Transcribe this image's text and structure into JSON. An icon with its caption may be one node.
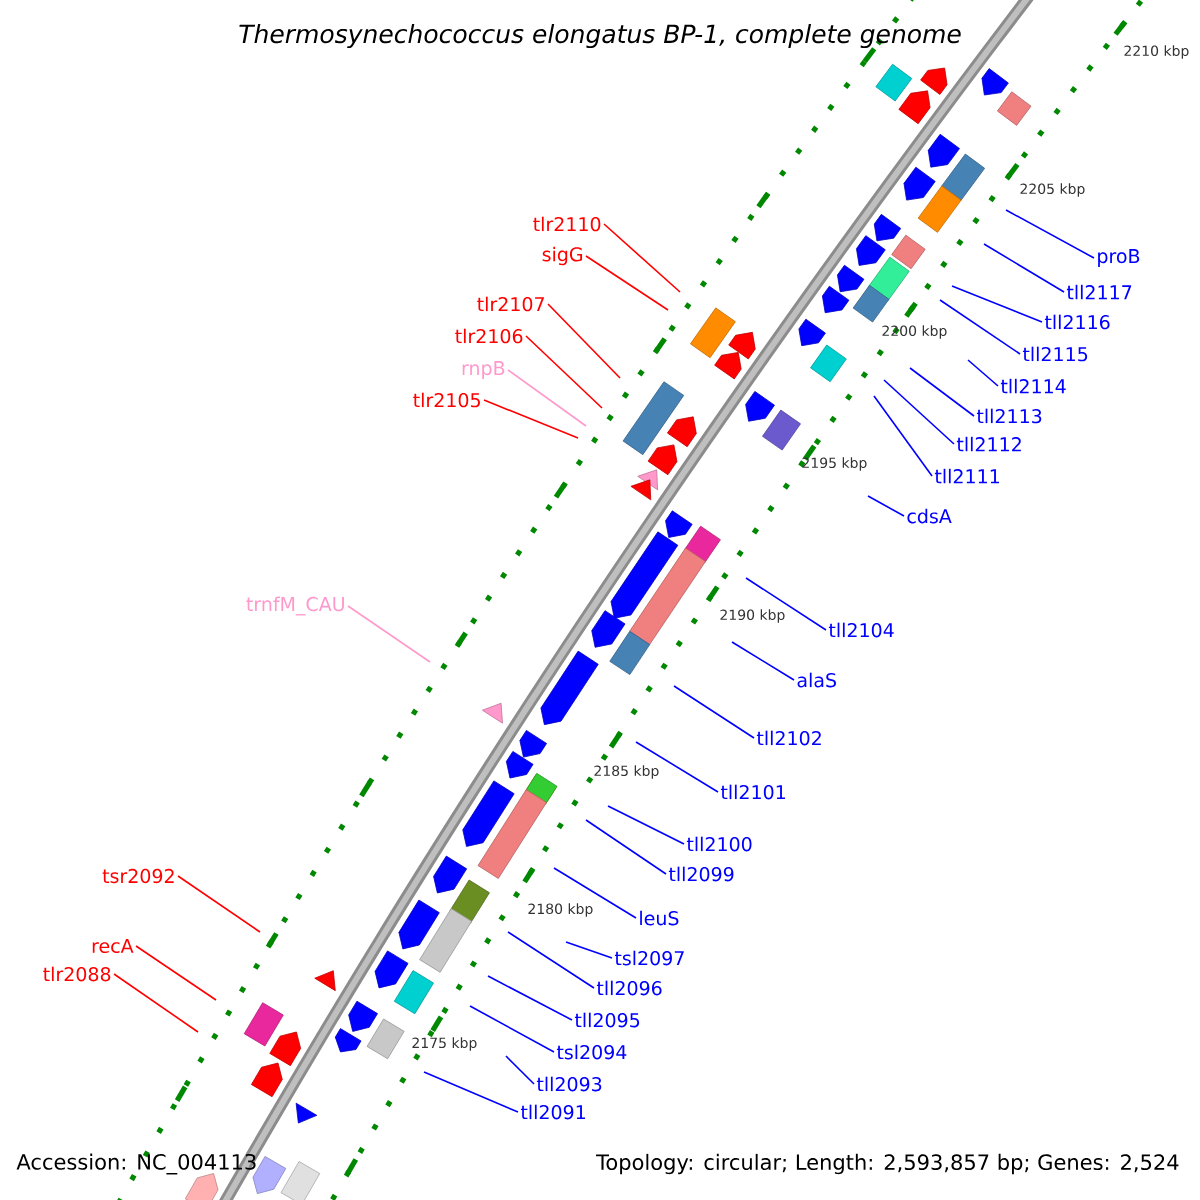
{
  "diagram": {
    "title": "Thermosynechococcus elongatus BP-1, complete genome",
    "nodes": [
      {
        "text": [
          "tlr2110"
        ]
      },
      {
        "text": [
          "proB"
        ]
      },
      {
        "text": [
          "sigG"
        ]
      },
      {
        "text": [
          "tll2117"
        ]
      },
      {
        "text": [
          "tlr2107"
        ]
      },
      {
        "text": [
          "tll2116"
        ]
      },
      {
        "text": [
          "tlr2106"
        ]
      },
      {
        "text": [
          "tll2115"
        ]
      },
      {
        "text": [
          "rnpB"
        ]
      },
      {
        "text": [
          "tll2114"
        ]
      },
      {
        "text": [
          "tlr2105"
        ]
      },
      {
        "text": [
          "tll2113"
        ]
      },
      {
        "text": [
          "tll2112"
        ]
      },
      {
        "text": [
          "tll2111"
        ]
      },
      {
        "text": [
          "cdsA"
        ]
      },
      {
        "text": [
          "trnfM_CAU"
        ]
      },
      {
        "text": [
          "tll2104"
        ]
      },
      {
        "text": [
          "alaS"
        ]
      },
      {
        "text": [
          "tll2102"
        ]
      },
      {
        "text": [
          "tll2101"
        ]
      },
      {
        "text": [
          "tll2100"
        ]
      },
      {
        "text": [
          "tll2099"
        ]
      },
      {
        "text": [
          "tsr2092"
        ]
      },
      {
        "text": [
          "leuS"
        ]
      },
      {
        "text": [
          "recA"
        ]
      },
      {
        "text": [
          "tsl2097"
        ]
      },
      {
        "text": [
          "tlr2088"
        ]
      },
      {
        "text": [
          "tll2096"
        ]
      },
      {
        "text": [
          "tll2095"
        ]
      },
      {
        "text": [
          "tsl2094"
        ]
      },
      {
        "text": [
          "tll2093"
        ]
      },
      {
        "text": [
          "tll2091"
        ]
      }
    ],
    "edges": [
      {
        "from": 0,
        "to": null,
        "arrow": "none",
        "color": "#ff0000"
      },
      {
        "from": 1,
        "to": null,
        "arrow": "none"
      },
      {
        "from": 2,
        "to": null,
        "arrow": "none",
        "color": "#ff0000"
      },
      {
        "from": 3,
        "to": null,
        "arrow": "none"
      },
      {
        "from": 4,
        "to": null,
        "arrow": "none",
        "color": "#ff0000"
      },
      {
        "from": 5,
        "to": null,
        "arrow": "none"
      },
      {
        "from": 6,
        "to": null,
        "arrow": "none",
        "color": "#ff0000"
      },
      {
        "from": 7,
        "to": null,
        "arrow": "none"
      },
      {
        "from": 8,
        "to": null,
        "arrow": "none",
        "color": "#ff99cc"
      },
      {
        "from": 9,
        "to": null,
        "arrow": "none"
      },
      {
        "from": 10,
        "to": null,
        "arrow": "none",
        "color": "#ff0000"
      },
      {
        "from": 11,
        "to": null,
        "arrow": "none"
      },
      {
        "from": 12,
        "to": null,
        "arrow": "none"
      },
      {
        "from": 13,
        "to": null,
        "arrow": "none"
      },
      {
        "from": 14,
        "to": null,
        "arrow": "none"
      },
      {
        "from": 15,
        "to": null,
        "arrow": "none",
        "color": "#ff99cc"
      },
      {
        "from": 16,
        "to": null,
        "arrow": "none"
      },
      {
        "from": 17,
        "to": null,
        "arrow": "none"
      },
      {
        "from": 18,
        "to": null,
        "arrow": "none"
      },
      {
        "from": 19,
        "to": null,
        "arrow": "none"
      },
      {
        "from": 20,
        "to": null,
        "arrow": "none"
      },
      {
        "from": 21,
        "to": null,
        "arrow": "none"
      },
      {
        "from": 22,
        "to": null,
        "arrow": "none",
        "color": "#ff0000"
      },
      {
        "from": 23,
        "to": null,
        "arrow": "none"
      },
      {
        "from": 24,
        "to": null,
        "arrow": "none",
        "color": "#ff0000"
      },
      {
        "from": 25,
        "to": null,
        "arrow": "none"
      },
      {
        "from": 26,
        "to": null,
        "arrow": "none",
        "color": "#ff0000"
      },
      {
        "from": 27,
        "to": null,
        "arrow": "none"
      },
      {
        "from": 28,
        "to": null,
        "arrow": "none"
      },
      {
        "from": 29,
        "to": null,
        "arrow": "none"
      },
      {
        "from": 30,
        "to": null,
        "arrow": "none"
      },
      {
        "from": 31,
        "to": null,
        "arrow": "none"
      }
    ],
    "labels": [
      "2210 kbp",
      "2205 kbp",
      "2200 kbp",
      "2195 kbp",
      "2190 kbp",
      "2185 kbp",
      "2180 kbp",
      "2175 kbp",
      "Accession: NC_004113",
      "Topology: circular; Length: 2,593,857 bp; Genes: 2,524"
    ]
  }
}
